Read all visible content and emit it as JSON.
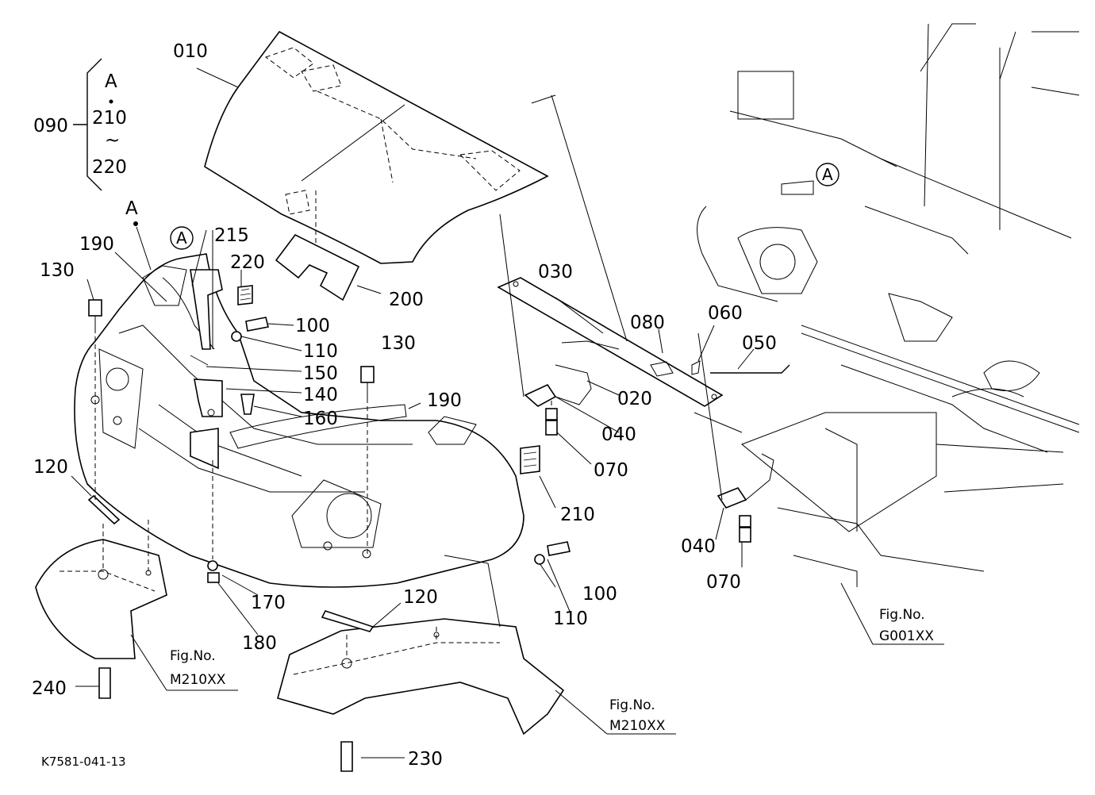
{
  "parts": {
    "p010": "010",
    "p090": "090",
    "kitA": "A",
    "kit210": "210",
    "kitTilde": "~",
    "kit220": "220",
    "a_ref": "A",
    "p190a": "190",
    "p130a": "130",
    "circleA1": "A",
    "p215": "215",
    "p220": "220",
    "p200": "200",
    "p100a": "100",
    "p110a": "110",
    "p150": "150",
    "p140": "140",
    "p160": "160",
    "p130b": "130",
    "p190b": "190",
    "p030": "030",
    "p080": "080",
    "p060": "060",
    "p050": "050",
    "p020": "020",
    "p040a": "040",
    "p070a": "070",
    "p210": "210",
    "p120a": "120",
    "p100b": "100",
    "p110b": "110",
    "p170": "170",
    "p180": "180",
    "p120b": "120",
    "p240": "240",
    "p230": "230",
    "p040b": "040",
    "p070b": "070",
    "circleA2": "A"
  },
  "figrefs": {
    "fig1_line1": "Fig.No.",
    "fig1_line2": "M210XX",
    "fig2_line1": "Fig.No.",
    "fig2_line2": "M210XX",
    "fig3_line1": "Fig.No.",
    "fig3_line2": "G001XX"
  },
  "drawing_number": "K7581-041-13"
}
